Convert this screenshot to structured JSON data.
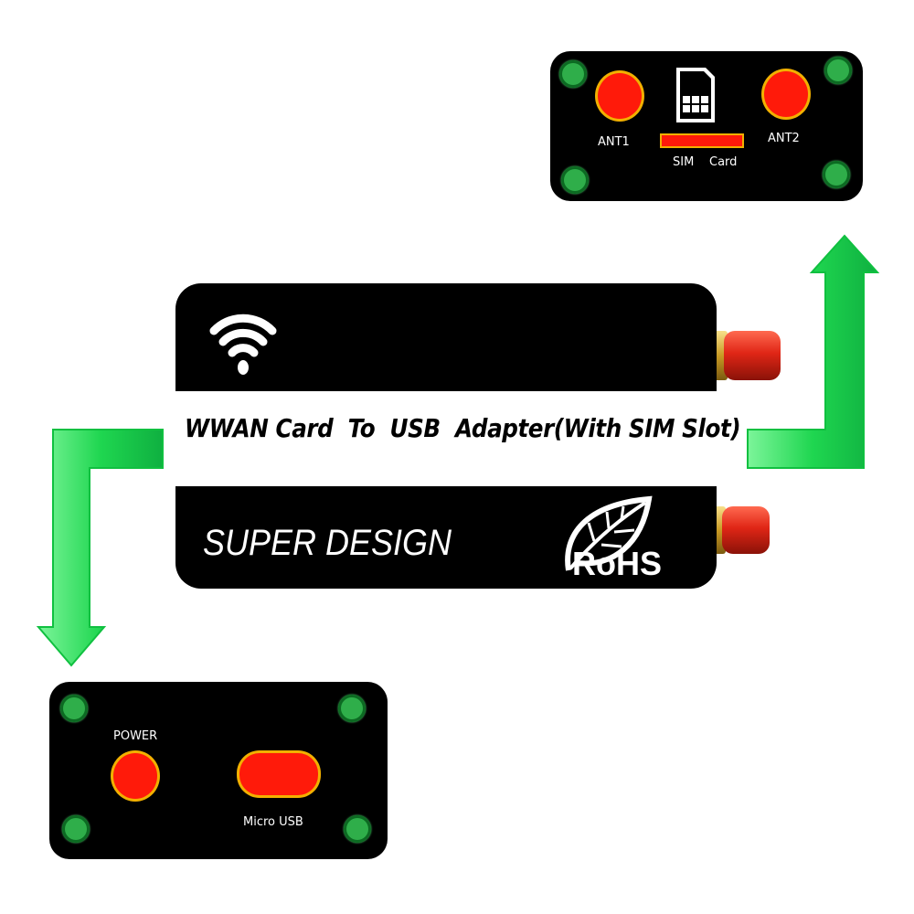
{
  "colors": {
    "panel": "#000000",
    "hole": "#2fae4a",
    "connector": "#ff1a0a",
    "ring": "#f2b000",
    "arrow": "#22dd55",
    "antenna": "#d83020"
  },
  "top_panel": {
    "ant1_label": "ANT1",
    "ant2_label": "ANT2",
    "sim_label_1": "SIM",
    "sim_label_2": "Card",
    "sim_icon": "sim-card-icon"
  },
  "adapter": {
    "title": "WWAN Card  To  USB  Adapter(With SIM Slot)",
    "slogan": "SUPER DESIGN",
    "rohs_label": "RoHS",
    "wifi_icon": "wifi-icon",
    "leaf_icon": "leaf-icon"
  },
  "bottom_panel": {
    "power_label": "POWER",
    "usb_label": "Micro USB"
  }
}
